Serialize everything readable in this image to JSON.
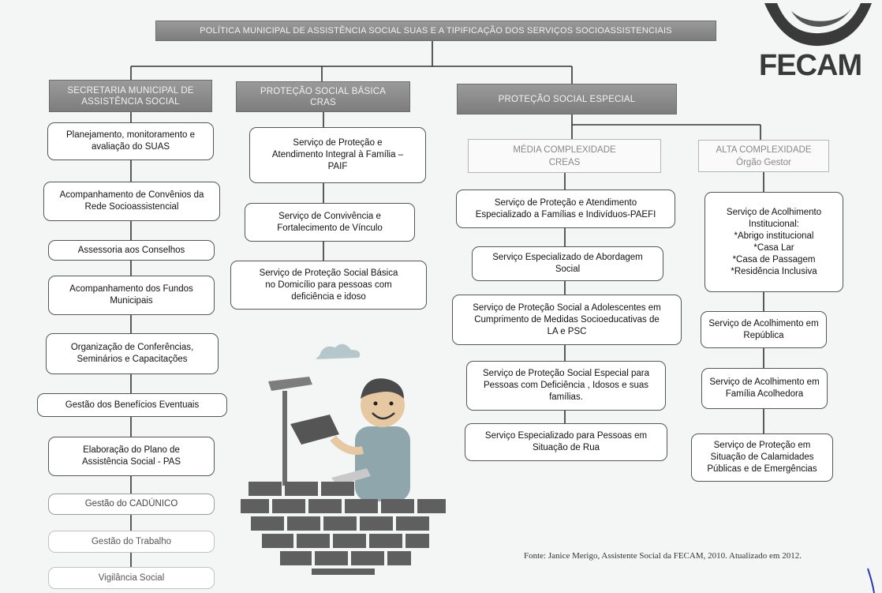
{
  "title": "POLÍTICA MUNICIPAL DE ASSISTÊNCIA SOCIAL SUAS E A TIPIFICAÇÃO DOS SERVIÇOS SOCIOASSISTENCIAIS",
  "logo": {
    "text": "FECAM",
    "icon": "globe-logo-icon"
  },
  "source": "Fonte: Janice Merigo, Assistente Social da FECAM, 2010. Atualizado em 2012.",
  "colors": {
    "header": "#8a8a8a",
    "box_border": "#555555",
    "logo": "#393939"
  },
  "columns": {
    "secretaria": {
      "header": [
        "SECRETARIA MUNICIPAL DE",
        "ASSISTÊNCIA SOCIAL"
      ],
      "items": [
        [
          "Planejamento, monitoramento e",
          "avaliação do SUAS"
        ],
        [
          "Acompanhamento de Convênios da",
          "Rede Socioassistencial"
        ],
        [
          "Assessoria aos Conselhos"
        ],
        [
          "Acompanhamento dos Fundos",
          "Municipais"
        ],
        [
          "Organização de Conferências,",
          "Seminários e Capacitações"
        ],
        [
          "Gestão dos Benefícios Eventuais"
        ],
        [
          "Elaboração do Plano de",
          "Assistência Social - PAS"
        ],
        [
          "Gestão do CADÚNICO"
        ],
        [
          "Gestão do Trabalho"
        ],
        [
          "Vigilância Social"
        ]
      ]
    },
    "basica": {
      "header": [
        "PROTEÇÃO SOCIAL BÁSICA",
        "CRAS"
      ],
      "items": [
        [
          "Serviço de Proteção e",
          "Atendimento Integral à Família –",
          "PAIF"
        ],
        [
          "Serviço de Convivência e",
          "Fortalecimento de Vínculo"
        ],
        [
          "Serviço de Proteção Social Básica",
          "no Domicílio para pessoas com",
          "deficiência e idoso"
        ]
      ]
    },
    "especial": {
      "header": [
        "PROTEÇÃO SOCIAL ESPECIAL"
      ],
      "media": {
        "header": [
          "MÉDIA COMPLEXIDADE",
          "CREAS"
        ],
        "items": [
          [
            "Serviço de Proteção e Atendimento",
            "Especializado a Famílias e Indivíduos-PAEFI"
          ],
          [
            "Serviço Especializado de Abordagem",
            "Social"
          ],
          [
            "Serviço de Proteção Social a Adolescentes em",
            "Cumprimento de Medidas Socioeducativas de",
            "LA e PSC"
          ],
          [
            "Serviço de Proteção Social Especial para",
            "Pessoas com Deficiência , Idosos e suas",
            "famílias."
          ],
          [
            "Serviço Especializado para Pessoas em",
            "Situação de Rua"
          ]
        ]
      },
      "alta": {
        "header": [
          "ALTA COMPLEXIDADE",
          "Órgão Gestor"
        ],
        "items": [
          [
            "Serviço de Acolhimento",
            "Institucional:",
            "*Abrigo institucional",
            "*Casa Lar",
            "*Casa de Passagem",
            "*Residência Inclusiva"
          ],
          [
            "Serviço de Acolhimento em",
            "República"
          ],
          [
            "Serviço de Acolhimento em",
            "Família Acolhedora"
          ],
          [
            "Serviço de Proteção em",
            "Situação de Calamidades",
            "Públicas e de Emergências"
          ]
        ]
      }
    }
  },
  "illustration": "construction-worker-brick-wall-illustration"
}
